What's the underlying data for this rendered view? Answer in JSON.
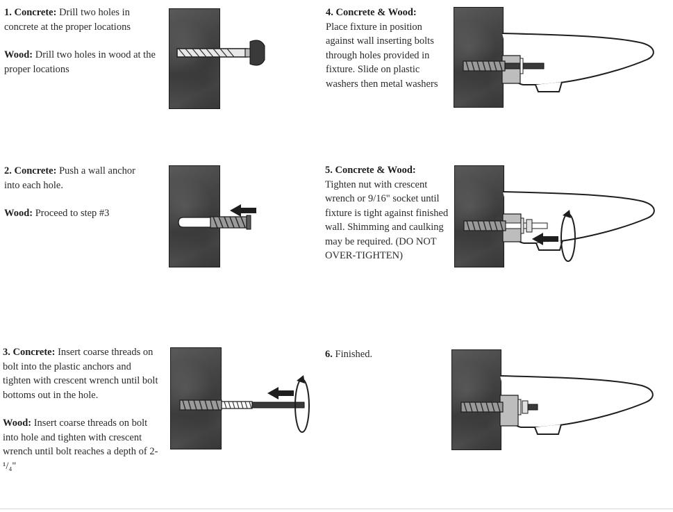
{
  "steps": [
    {
      "number": "1.",
      "blocks": [
        {
          "label": "Concrete:",
          "text": "Drill two holes in concrete at the proper locations"
        },
        {
          "label": "Wood:",
          "text": "Drill two holes in wood at the proper locations"
        }
      ]
    },
    {
      "number": "2.",
      "blocks": [
        {
          "label": "Concrete:",
          "text": "Push a wall anchor into each hole."
        },
        {
          "label": "Wood:",
          "text": "Proceed to step #3"
        }
      ]
    },
    {
      "number": "3.",
      "blocks": [
        {
          "label": "Concrete:",
          "text": "Insert coarse threads on bolt into the plastic anchors and tighten with crescent wrench until bolt bottoms out in the hole."
        },
        {
          "label": "Wood:",
          "text": "Insert coarse threads on bolt into hole and tighten with crescent wrench until bolt reaches a depth of 2-¹/₄\""
        }
      ]
    },
    {
      "number": "4.",
      "blocks": [
        {
          "label": "Concrete & Wood:",
          "text": "Place fixture in position against wall inserting bolts through holes provided in fixture. Slide on plastic washers then metal washers"
        }
      ]
    },
    {
      "number": "5.",
      "blocks": [
        {
          "label": "Concrete & Wood:",
          "text": "Tighten nut with crescent wrench or 9/16\" socket until fixture is tight against finished wall. Shimming and caulking may be required. (DO NOT OVER-TIGHTEN)"
        }
      ]
    },
    {
      "number": "6.",
      "blocks": [
        {
          "label": "",
          "text": "Finished."
        }
      ]
    }
  ],
  "colors": {
    "wall": "#474747",
    "ink": "#1e1e1e",
    "anchor": "#ffffff",
    "text": "#2a2a2a"
  }
}
